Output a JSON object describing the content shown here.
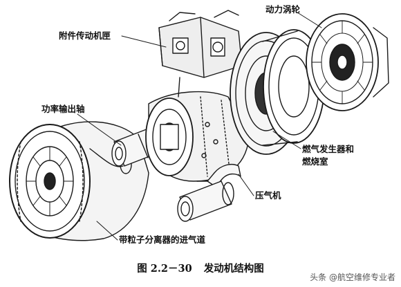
{
  "labels": {
    "power_turbine": "动力涡轮",
    "accessory_gearbox": "附件传动机匣",
    "power_output_shaft": "功率输出轴",
    "gas_generator_line1": "燃气发生器和",
    "gas_generator_line2": "燃烧室",
    "compressor": "压气机",
    "inlet_with_separator": "带粒子分离器的进气道"
  },
  "caption": {
    "figure_number": "图 2.2－30",
    "title": "发动机结构图"
  },
  "watermark": "头条 @航空维修专业者"
}
